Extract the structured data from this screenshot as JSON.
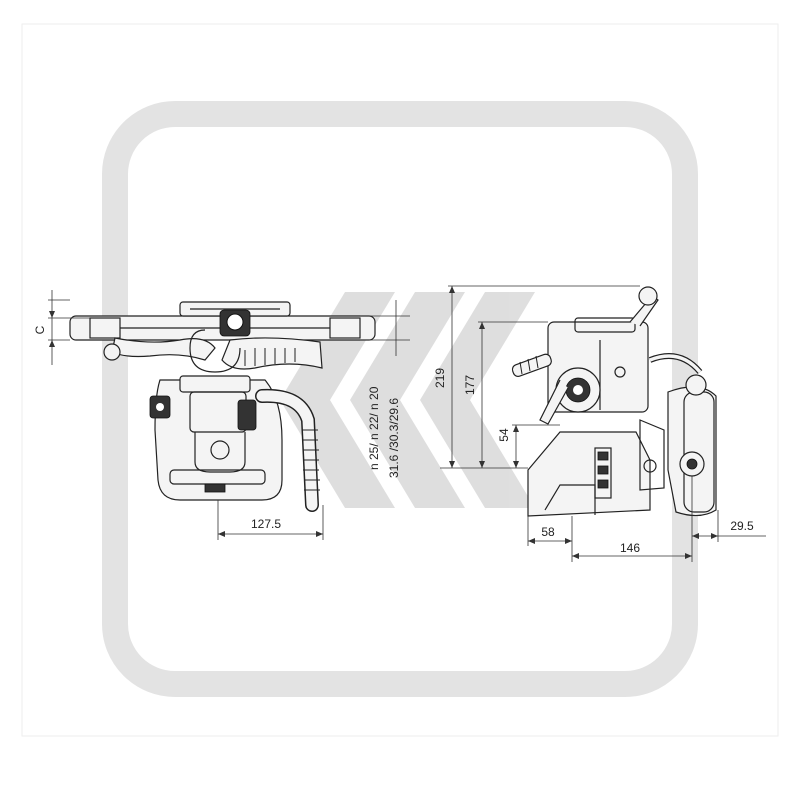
{
  "watermark": {
    "frame_color": "#e3e3e3",
    "mark_color": "#d9d9d9"
  },
  "front_view": {
    "dim_c": "C",
    "dim_width": "127.5",
    "note_ball_sizes": "n 25/ n 22/ n 20",
    "note_pin_sizes": "31.6  /30.3/29.6"
  },
  "side_view": {
    "dim_total_height": "219",
    "dim_mid_height": "177",
    "dim_lower_height": "54",
    "dim_jaw_width": "58",
    "dim_body_length": "146",
    "dim_rear_offset": "29.5"
  }
}
